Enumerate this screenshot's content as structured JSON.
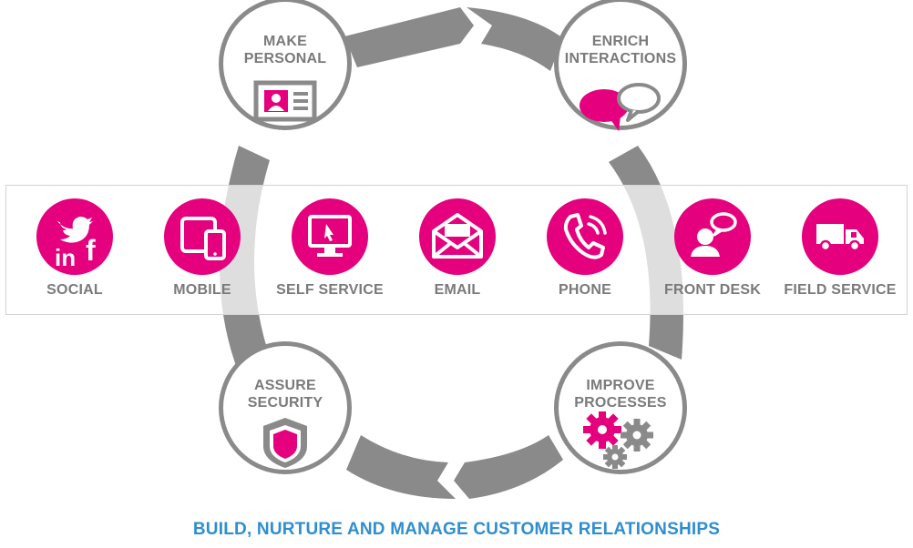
{
  "colors": {
    "accent": "#e5007e",
    "ring": "#8a8a8a",
    "label": "#7a7a7a",
    "footer": "#2f8ecf"
  },
  "hubs": [
    {
      "label": "MAKE\nPERSONAL",
      "icon": "id-card-icon"
    },
    {
      "label": "ENRICH\nINTERACTIONS",
      "icon": "chat-bubbles-icon"
    },
    {
      "label": "ASSURE\nSECURITY",
      "icon": "shield-icon"
    },
    {
      "label": "IMPROVE\nPROCESSES",
      "icon": "gears-icon"
    }
  ],
  "channels": [
    {
      "label": "SOCIAL",
      "icon": "social-media-icon"
    },
    {
      "label": "MOBILE",
      "icon": "mobile-devices-icon"
    },
    {
      "label": "SELF SERVICE",
      "icon": "self-service-monitor-icon"
    },
    {
      "label": "EMAIL",
      "icon": "envelope-icon"
    },
    {
      "label": "PHONE",
      "icon": "phone-icon"
    },
    {
      "label": "FRONT DESK",
      "icon": "person-speech-icon"
    },
    {
      "label": "FIELD SERVICE",
      "icon": "truck-icon"
    }
  ],
  "footer": "BUILD, NURTURE AND MANAGE CUSTOMER RELATIONSHIPS"
}
